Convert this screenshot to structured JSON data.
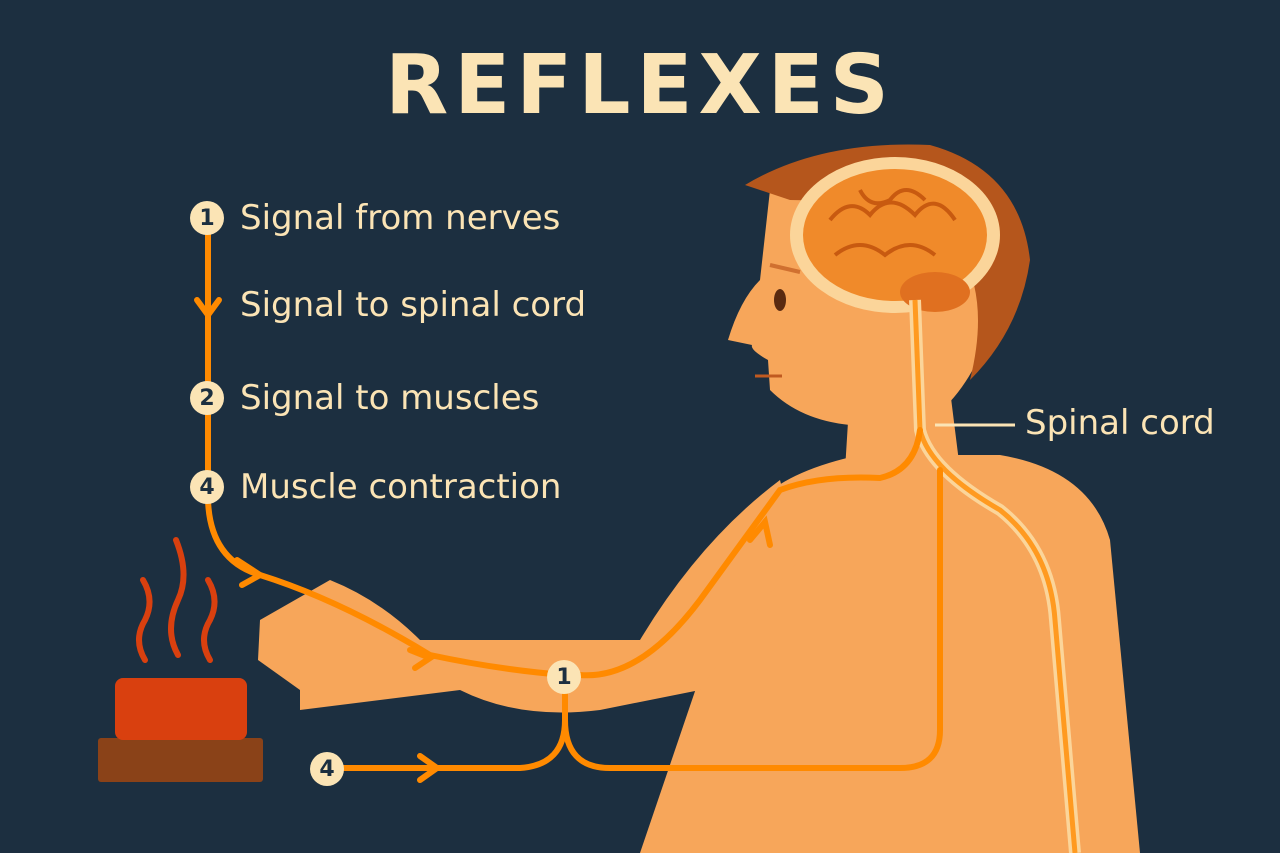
{
  "title": "REFLEXES",
  "steps": [
    {
      "number": "1",
      "label": "Signal from nerves"
    },
    {
      "number": "",
      "label": "Signal to spinal cord"
    },
    {
      "number": "2",
      "label": "Signal to muscles"
    },
    {
      "number": "4",
      "label": "Muscle contraction"
    }
  ],
  "diagram_markers": {
    "arm_marker": "1",
    "bottom_marker": "4"
  },
  "spinal_cord_label": "Spinal cord",
  "colors": {
    "background": "#1c2f40",
    "text": "#fbe4b5",
    "signal": "#ff8a00",
    "skin": "#f7a65a",
    "hair": "#b5561c",
    "brain": "#f08a2a",
    "hot_button": "#d9400f"
  }
}
